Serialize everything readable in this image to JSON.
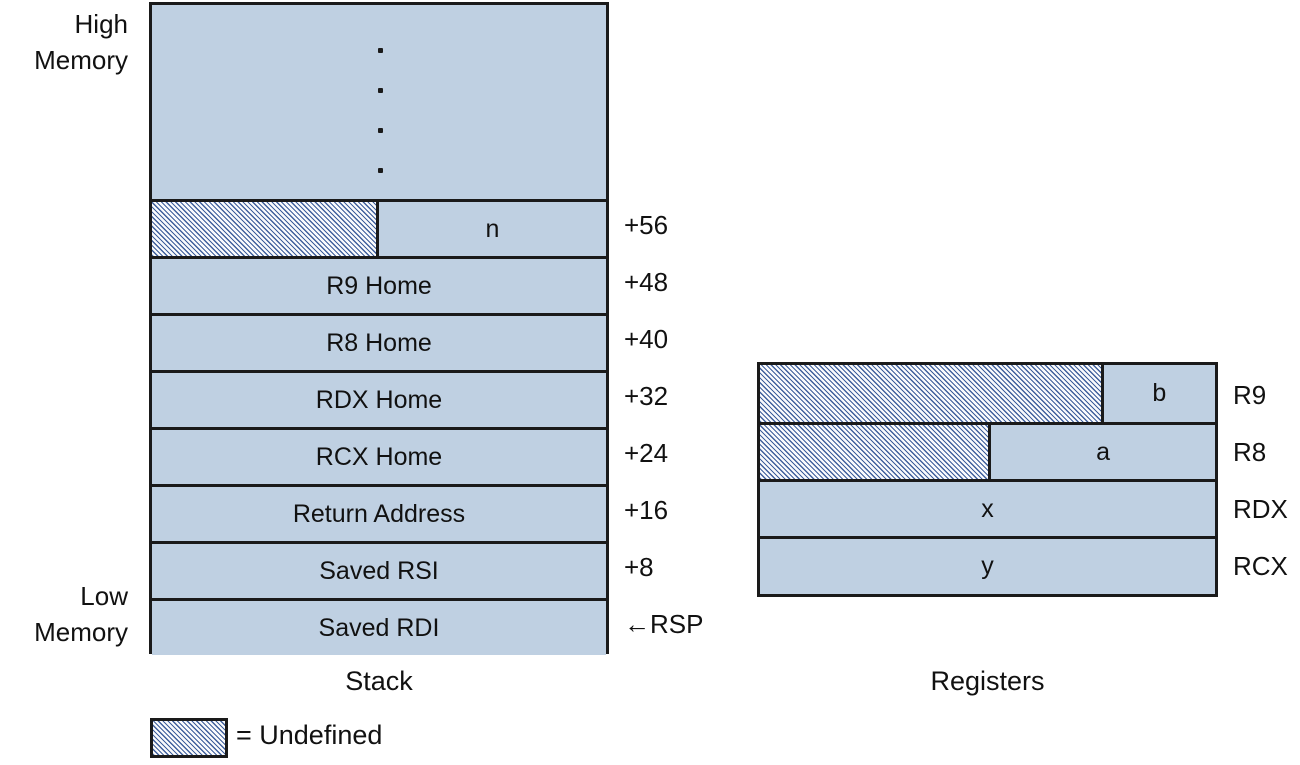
{
  "diagram": {
    "title_not_shown": "",
    "colors": {
      "cell_fill": "#bfd0e2",
      "border": "#1a1a1a",
      "hatch_line": "#3f5f9c",
      "text": "#111111",
      "background": "#ffffff"
    }
  },
  "memory_labels": {
    "high": "High\nMemory",
    "low": "Low\nMemory"
  },
  "stack": {
    "caption": "Stack",
    "ellipsis_dot_count": 4,
    "rows": [
      {
        "label": "n",
        "offset": "+56",
        "split": true,
        "undefined_fraction": 0.5,
        "undefined_side": "left"
      },
      {
        "label": "R9 Home",
        "offset": "+48",
        "split": false
      },
      {
        "label": "R8 Home",
        "offset": "+40",
        "split": false
      },
      {
        "label": "RDX Home",
        "offset": "+32",
        "split": false
      },
      {
        "label": "RCX Home",
        "offset": "+24",
        "split": false
      },
      {
        "label": "Return Address",
        "offset": "+16",
        "split": false
      },
      {
        "label": "Saved RSI",
        "offset": "+8",
        "split": false
      },
      {
        "label": "Saved RDI",
        "offset": "←RSP",
        "split": false
      }
    ]
  },
  "registers": {
    "caption": "Registers",
    "rows": [
      {
        "name": "R9",
        "label": "b",
        "split": true,
        "undefined_fraction": 0.755,
        "undefined_side": "left"
      },
      {
        "name": "R8",
        "label": "a",
        "split": true,
        "undefined_fraction": 0.508,
        "undefined_side": "left"
      },
      {
        "name": "RDX",
        "label": "x",
        "split": false
      },
      {
        "name": "RCX",
        "label": "y",
        "split": false
      }
    ]
  },
  "legend": {
    "text": "= Undefined",
    "swatch_style": "diagonal-hatch"
  }
}
